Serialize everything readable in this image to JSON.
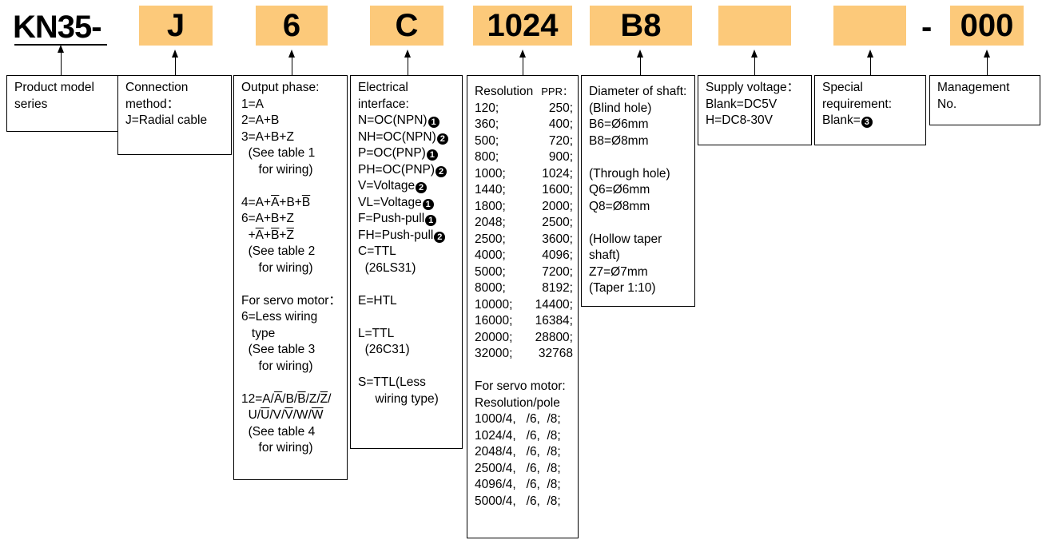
{
  "header": {
    "model_prefix": "KN35-",
    "codes": [
      "J",
      "6",
      "C",
      "1024",
      "B8",
      "",
      "",
      "000"
    ],
    "dash": "-"
  },
  "boxes": {
    "product": [
      "Product model",
      "series"
    ],
    "connection": [
      "Connection",
      "method：",
      "J=Radial cable"
    ],
    "output": {
      "head": [
        "Output phase:",
        "1=A",
        "2=A+B",
        "3=A+B+Z",
        "  (See table 1",
        "     for wiring)"
      ],
      "line4": [
        "4=A+",
        "A",
        "+B+",
        "B"
      ],
      "line6": [
        "6=A+B+Z"
      ],
      "line6b": [
        "  +",
        "A",
        "+",
        "B",
        "+",
        "Z"
      ],
      "tail1": [
        "  (See table 2",
        "     for wiring)"
      ],
      "servo": [
        "For servo motor：",
        "6=Less wiring",
        "   type",
        "  (See table 3",
        "     for wiring)"
      ],
      "line12a": [
        "12=A/",
        "A",
        "/B/",
        "B",
        "/Z/",
        "Z",
        "/"
      ],
      "line12b": [
        "  U/",
        "U",
        "/V/",
        "V",
        "/W/",
        "W"
      ],
      "tail2": [
        "  (See table 4",
        "     for wiring)"
      ]
    },
    "electrical": {
      "lines": [
        {
          "t": "Electrical",
          "m": ""
        },
        {
          "t": "interface:",
          "m": ""
        },
        {
          "t": "N=OC(NPN)",
          "m": "1"
        },
        {
          "t": "NH=OC(NPN)",
          "m": "2"
        },
        {
          "t": "P=OC(PNP)",
          "m": "1"
        },
        {
          "t": "PH=OC(PNP)",
          "m": "2"
        },
        {
          "t": "V=Voltage",
          "m": "2"
        },
        {
          "t": "VL=Voltage",
          "m": "1"
        },
        {
          "t": "F=Push-pull",
          "m": "1"
        },
        {
          "t": "FH=Push-pull",
          "m": "2"
        },
        {
          "t": "C=TTL",
          "m": ""
        },
        {
          "t": "  (26LS31)",
          "m": ""
        },
        {
          "t": "",
          "m": ""
        },
        {
          "t": "E=HTL",
          "m": ""
        },
        {
          "t": "",
          "m": ""
        },
        {
          "t": "L=TTL",
          "m": ""
        },
        {
          "t": "  (26C31)",
          "m": ""
        },
        {
          "t": "",
          "m": ""
        },
        {
          "t": "S=TTL(Less",
          "m": ""
        },
        {
          "t": "     wiring type)",
          "m": ""
        }
      ]
    },
    "resolution": {
      "header_left": "Resolution",
      "header_right": "PPR：",
      "rows": [
        [
          "120;",
          "250;"
        ],
        [
          "360;",
          "400;"
        ],
        [
          "500;",
          "720;"
        ],
        [
          "800;",
          "900;"
        ],
        [
          "1000;",
          "1024;"
        ],
        [
          "1440;",
          "1600;"
        ],
        [
          "1800;",
          "2000;"
        ],
        [
          "2048;",
          "2500;"
        ],
        [
          "2500;",
          "3600;"
        ],
        [
          "4000;",
          "4096;"
        ],
        [
          "5000;",
          "7200;"
        ],
        [
          "8000;",
          "8192;"
        ],
        [
          "10000;",
          "14400;"
        ],
        [
          "16000;",
          "16384;"
        ],
        [
          "20000;",
          "28800;"
        ],
        [
          "32000;",
          "32768"
        ]
      ],
      "servo_title": "For servo motor:",
      "servo_sub": "Resolution/pole",
      "servo_rows": [
        "1000/4,   /6,  /8;",
        "1024/4,   /6,  /8;",
        "2048/4,   /6,  /8;",
        "2500/4,   /6,  /8;",
        "4096/4,   /6,  /8;",
        "5000/4,   /6,  /8;"
      ]
    },
    "shaft": [
      "Diameter of shaft:",
      "(Blind hole)",
      "B6=Ø6mm",
      "B8=Ø8mm",
      "",
      "(Through hole)",
      "Q6=Ø6mm",
      "Q8=Ø8mm",
      "",
      "(Hollow taper",
      "shaft)",
      "Z7=Ø7mm",
      "(Taper 1:10)"
    ],
    "voltage": [
      "Supply voltage：",
      "Blank=DC5V",
      "H=DC8-30V"
    ],
    "special": {
      "l1": "Special",
      "l2": "requirement:",
      "l3": "Blank=",
      "mark": "3"
    },
    "management": [
      "Management",
      "No."
    ]
  },
  "markers": {
    "1": "➊",
    "2": "➋",
    "3": "➌"
  }
}
